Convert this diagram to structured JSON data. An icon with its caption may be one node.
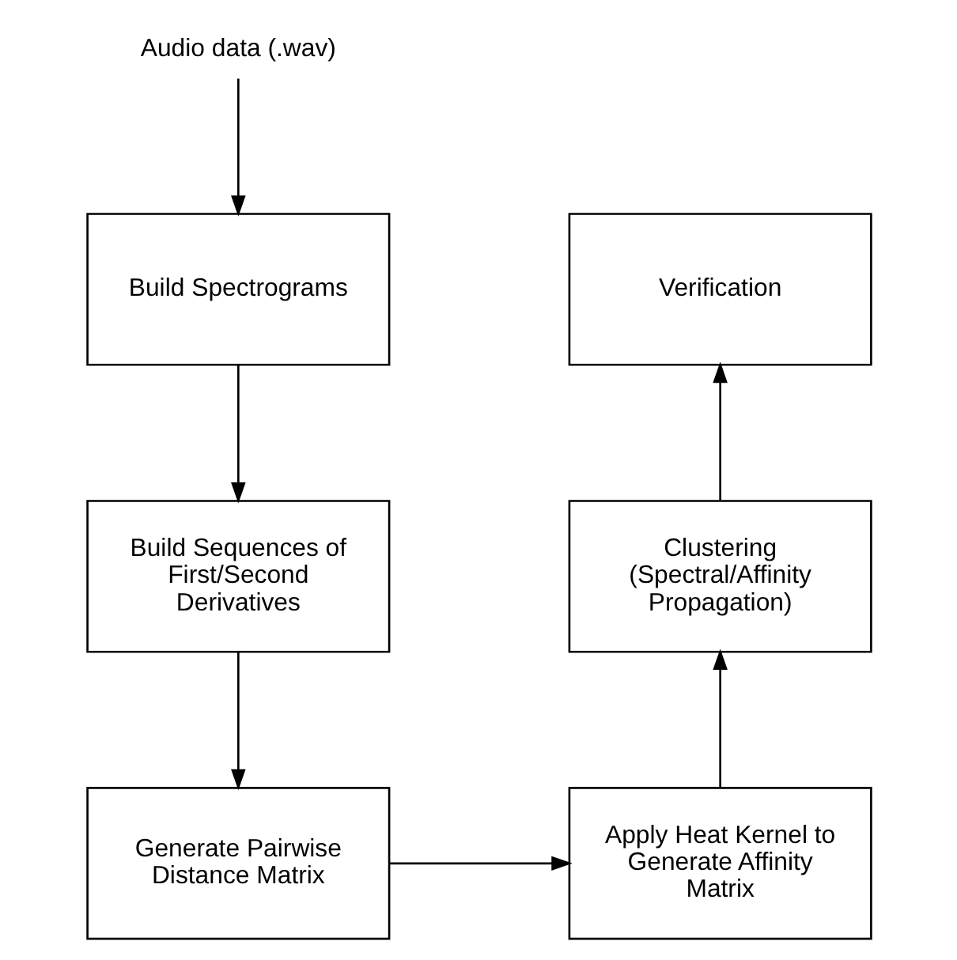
{
  "diagram": {
    "nodes": [
      {
        "text": [
          "Audio data (.wav)"
        ]
      },
      {
        "text": [
          "Build Spectrograms"
        ]
      },
      {
        "text": [
          "Build Sequences of First/Second Derivatives"
        ]
      },
      {
        "text": [
          "Generate Pairwise Distance Matrix"
        ]
      },
      {
        "text": [
          "Apply Heat Kernel to Generate Affinity Matrix"
        ]
      },
      {
        "text": [
          "Clustering (Spectral/Affinity Propagation)"
        ]
      },
      {
        "text": [
          "Verification"
        ]
      }
    ],
    "edges": [
      {
        "from": 0,
        "to": 1,
        "arrow": "to"
      },
      {
        "from": 1,
        "to": 2,
        "arrow": "to"
      },
      {
        "from": 2,
        "to": 3,
        "arrow": "to"
      },
      {
        "from": 3,
        "to": 4,
        "arrow": "to"
      },
      {
        "from": 4,
        "to": 5,
        "arrow": "to"
      },
      {
        "from": 5,
        "to": 6,
        "arrow": "to"
      }
    ]
  }
}
